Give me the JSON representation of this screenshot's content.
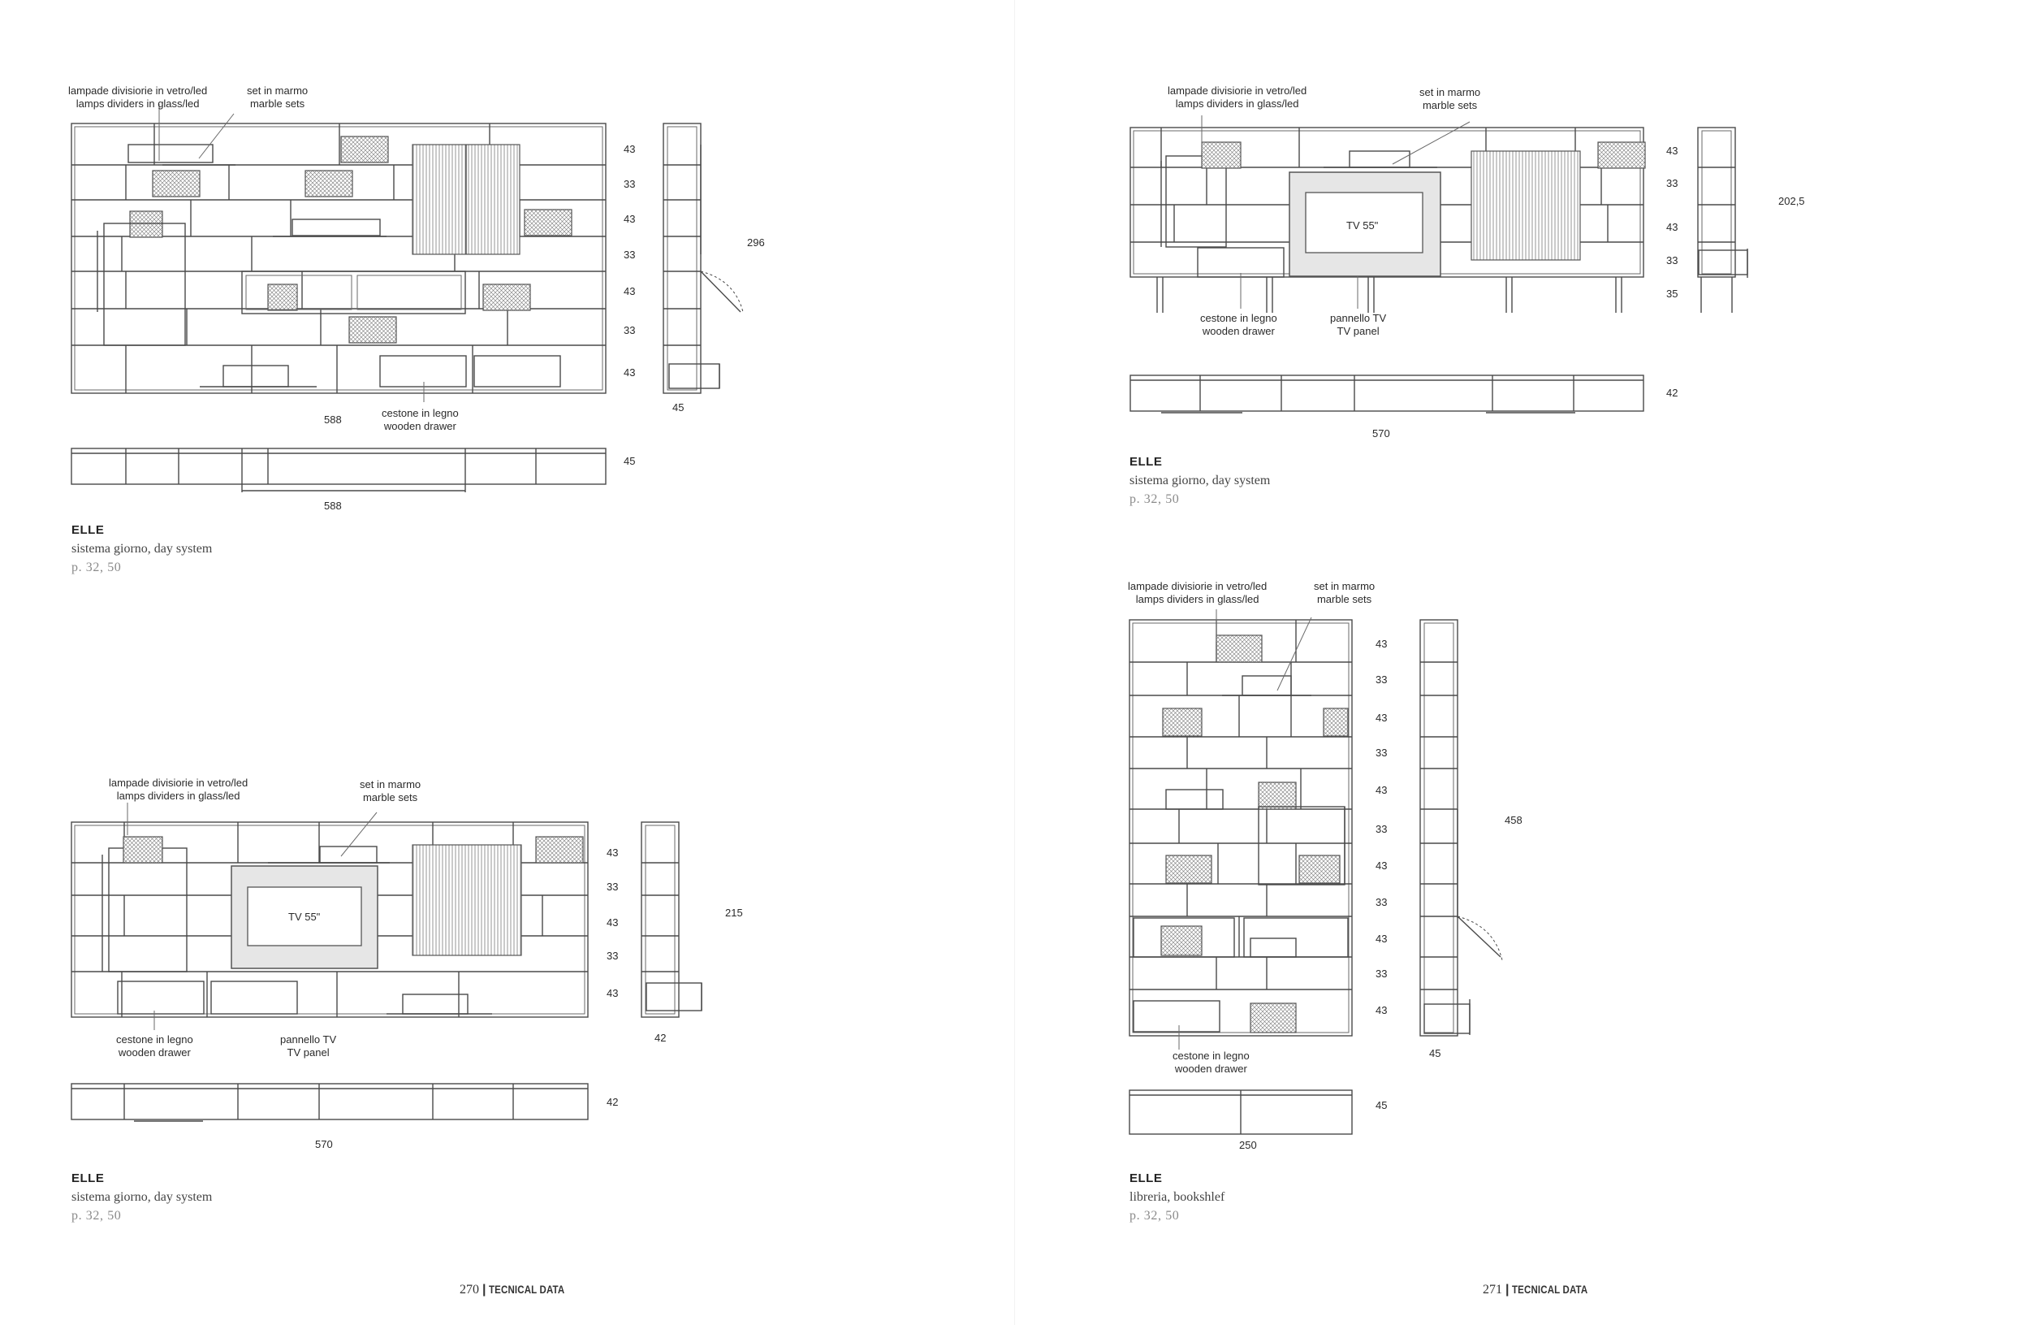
{
  "left_page": {
    "diagram_a": {
      "label_lamps_it": "lampade divisiorie in vetro/led",
      "label_lamps_en": "lamps dividers in glass/led",
      "label_marble_it": "set in marmo",
      "label_marble_en": "marble sets",
      "label_drawer_it": "cestone in legno",
      "label_drawer_en": "wooden drawer",
      "row_heights": [
        "43",
        "33",
        "43",
        "33",
        "43",
        "33",
        "43"
      ],
      "total_height": "296",
      "depth": "45",
      "width": "588",
      "plan_depth": "45",
      "plan_width": "588"
    },
    "caption_a": {
      "title": "ELLE",
      "subtitle": "sistema giorno, day system",
      "pages": "p. 32, 50"
    },
    "diagram_b": {
      "label_lamps_it": "lampade divisiorie in vetro/led",
      "label_lamps_en": "lamps dividers in glass/led",
      "label_marble_it": "set in marmo",
      "label_marble_en": "marble sets",
      "label_drawer_it": "cestone in legno",
      "label_drawer_en": "wooden drawer",
      "label_tvpanel_it": "pannello TV",
      "label_tvpanel_en": "TV panel",
      "tv_label": "TV 55\"",
      "row_heights": [
        "43",
        "33",
        "43",
        "33",
        "43"
      ],
      "total_height": "215",
      "depth": "42",
      "plan_depth": "42",
      "plan_width": "570"
    },
    "caption_b": {
      "title": "ELLE",
      "subtitle": "sistema giorno, day system",
      "pages": "p. 32, 50"
    },
    "footer": {
      "page_number": "270",
      "separator": "|",
      "section": "TECNICAL DATA"
    }
  },
  "right_page": {
    "diagram_c": {
      "label_lamps_it": "lampade divisiorie in vetro/led",
      "label_lamps_en": "lamps dividers in glass/led",
      "label_marble_it": "set in marmo",
      "label_marble_en": "marble sets",
      "label_drawer_it": "cestone in legno",
      "label_drawer_en": "wooden drawer",
      "label_tvpanel_it": "pannello TV",
      "label_tvpanel_en": "TV panel",
      "tv_label": "TV 55\"",
      "row_heights": [
        "43",
        "33",
        "43",
        "33",
        "35"
      ],
      "total_height": "202,5",
      "plan_depth": "42",
      "plan_width": "570"
    },
    "caption_c": {
      "title": "ELLE",
      "subtitle": "sistema giorno, day system",
      "pages": "p. 32, 50"
    },
    "diagram_d": {
      "label_lamps_it": "lampade divisiorie in vetro/led",
      "label_lamps_en": "lamps dividers in glass/led",
      "label_marble_it": "set in marmo",
      "label_marble_en": "marble sets",
      "label_drawer_it": "cestone in legno",
      "label_drawer_en": "wooden drawer",
      "row_heights": [
        "43",
        "33",
        "43",
        "33",
        "43",
        "33",
        "43",
        "33",
        "43",
        "33",
        "43"
      ],
      "total_height": "458",
      "depth": "45",
      "plan_depth": "45",
      "plan_width": "250"
    },
    "caption_d": {
      "title": "ELLE",
      "subtitle": "libreria, bookshlef",
      "pages": "p. 32, 50"
    },
    "footer": {
      "page_number": "271",
      "separator": "|",
      "section": "TECNICAL DATA"
    }
  }
}
